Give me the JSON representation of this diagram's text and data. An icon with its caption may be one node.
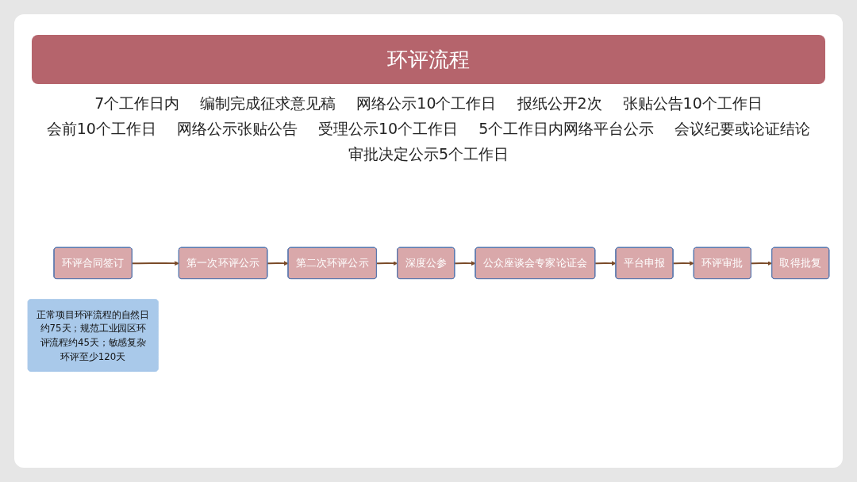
{
  "diagram": {
    "title": "环评流程",
    "nodes": [
      {
        "text": [
          "环评合同签订"
        ]
      },
      {
        "text": [
          "第一次环评公示"
        ]
      },
      {
        "text": [
          "第二次环评公示"
        ]
      },
      {
        "text": [
          "深度公参"
        ]
      },
      {
        "text": [
          "公众座谈会专家论证会"
        ]
      },
      {
        "text": [
          "平台申报"
        ]
      },
      {
        "text": [
          "环评审批"
        ]
      },
      {
        "text": [
          "取得批复"
        ]
      },
      {
        "text": [
          "正常项目环评流程的自然日约75天；规范工业园区环评流程约45天；敏感复杂环评至少120天"
        ]
      }
    ],
    "edges": [
      {
        "from": 0,
        "to": 1,
        "arrow": "to"
      },
      {
        "from": 1,
        "to": 2,
        "arrow": "to"
      },
      {
        "from": 2,
        "to": 3,
        "arrow": "to"
      },
      {
        "from": 3,
        "to": 4,
        "arrow": "to"
      },
      {
        "from": 4,
        "to": 5,
        "arrow": "to"
      },
      {
        "from": 5,
        "to": 6,
        "arrow": "to"
      },
      {
        "from": 6,
        "to": 7,
        "arrow": "to"
      }
    ],
    "labels": [
      "7个工作日内",
      "编制完成征求意见稿",
      "网络公示10个工作日",
      "报纸公开2次",
      "张贴公告10个工作日",
      "会前10个工作日",
      "网络公示张贴公告",
      "受理公示10个工作日",
      "5个工作日内网络平台公示",
      "会议纪要或论证结论",
      "审批决定公示5个工作日"
    ]
  }
}
